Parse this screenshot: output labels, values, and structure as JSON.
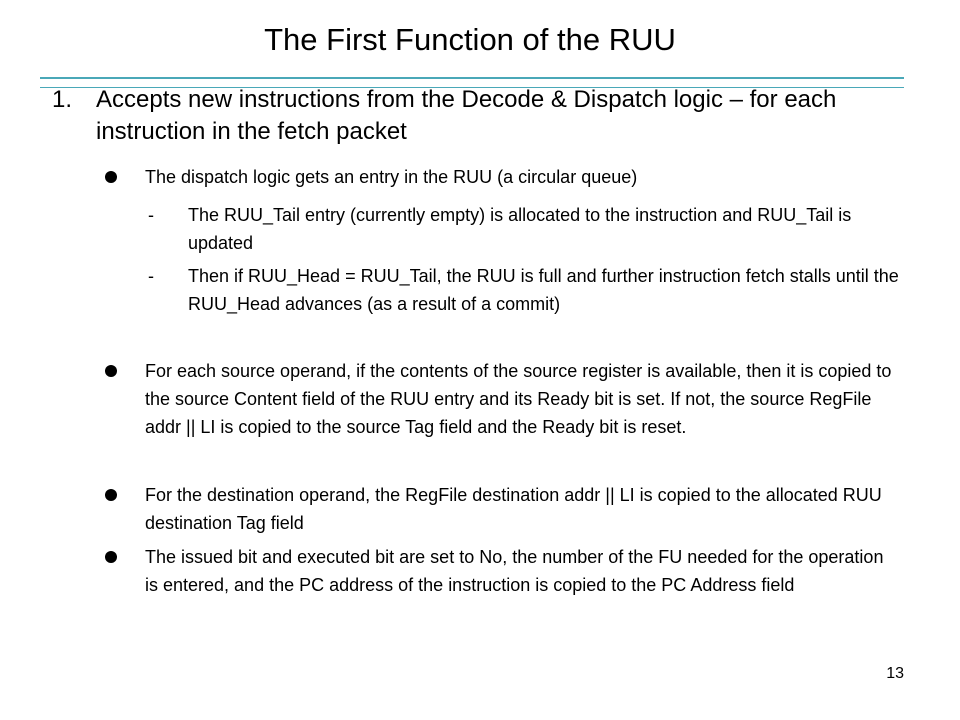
{
  "slide": {
    "title": "The First Function of the RUU",
    "numbered_item": {
      "number": "1.",
      "text": "Accepts new instructions from the Decode & Dispatch logic – for each instruction in the fetch packet"
    },
    "bullets": [
      {
        "text": "The dispatch logic gets an entry in the RUU (a circular queue)",
        "sub_items": [
          {
            "mark": "-",
            "text": "The RUU_Tail entry (currently empty) is allocated to the instruction and RUU_Tail is updated"
          },
          {
            "mark": "-",
            "text": "Then if RUU_Head = RUU_Tail, the RUU is full and further instruction fetch stalls until the RUU_Head advances (as a result of a commit)"
          }
        ]
      },
      {
        "text": "For each source operand, if the contents of the source register is available, then it is copied to the source Content field of the RUU entry and its Ready bit is set.  If not, the source RegFile addr || LI is copied to the source Tag field and the Ready bit is reset."
      },
      {
        "text": "For the destination operand, the RegFile destination addr || LI is copied to the allocated RUU destination Tag field"
      },
      {
        "text": "The issued bit and executed bit are set to No, the number of the FU needed for the operation is entered, and the PC address of the instruction is copied to the PC Address field"
      }
    ],
    "page_number": "13"
  },
  "colors": {
    "rule": "#4aa8b8",
    "text": "#000000",
    "background": "#ffffff"
  }
}
